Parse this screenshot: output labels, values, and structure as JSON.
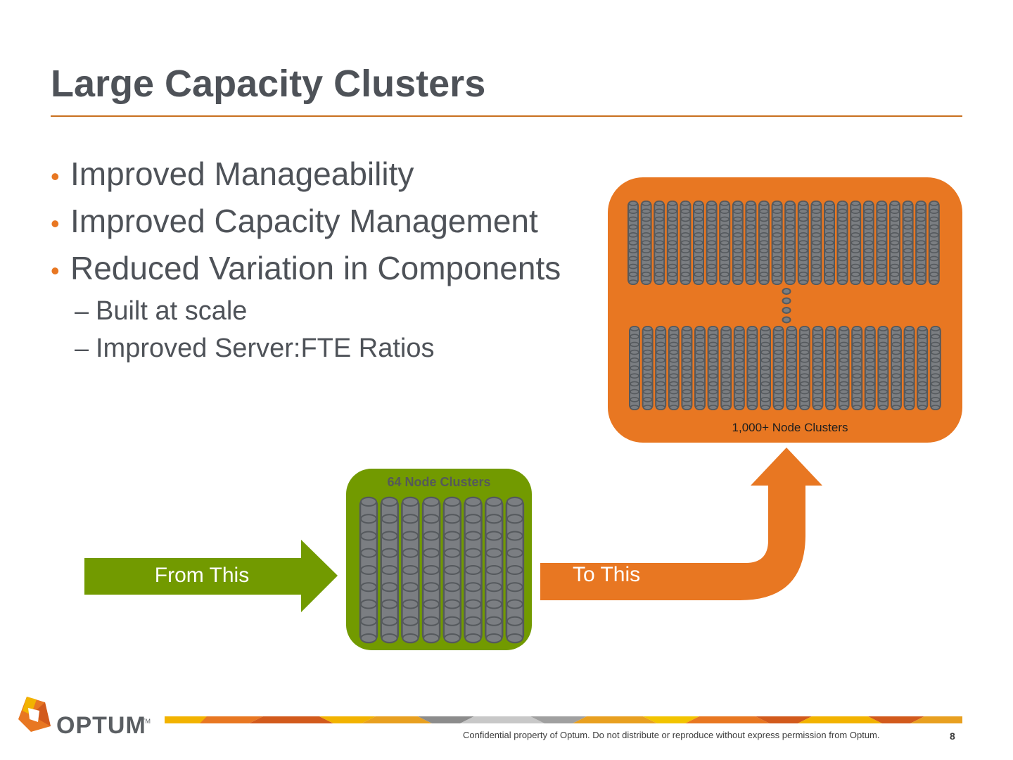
{
  "slide": {
    "title": "Large Capacity Clusters",
    "page_number": "8"
  },
  "bullets": [
    {
      "text": "Improved Manageability",
      "level": 1
    },
    {
      "text": "Improved Capacity Management",
      "level": 1
    },
    {
      "text": "Reduced Variation in Components",
      "level": 1
    },
    {
      "text": "Built at scale",
      "level": 2
    },
    {
      "text": "Improved Server:FTE Ratios",
      "level": 2
    }
  ],
  "diagram": {
    "large_cluster_label": "1,000+ Node Clusters",
    "small_cluster_label": "64 Node Clusters",
    "from_label": "From This",
    "to_label": "To This",
    "colors": {
      "orange": "#e87722",
      "green": "#729a00",
      "node_gray": "#7b7e82",
      "node_stroke": "#55595d"
    }
  },
  "footer": {
    "logo_text": "OPTUM",
    "logo_tm": "TM",
    "confidential": "Confidential property of Optum. Do not distribute or reproduce without express permission from Optum."
  }
}
